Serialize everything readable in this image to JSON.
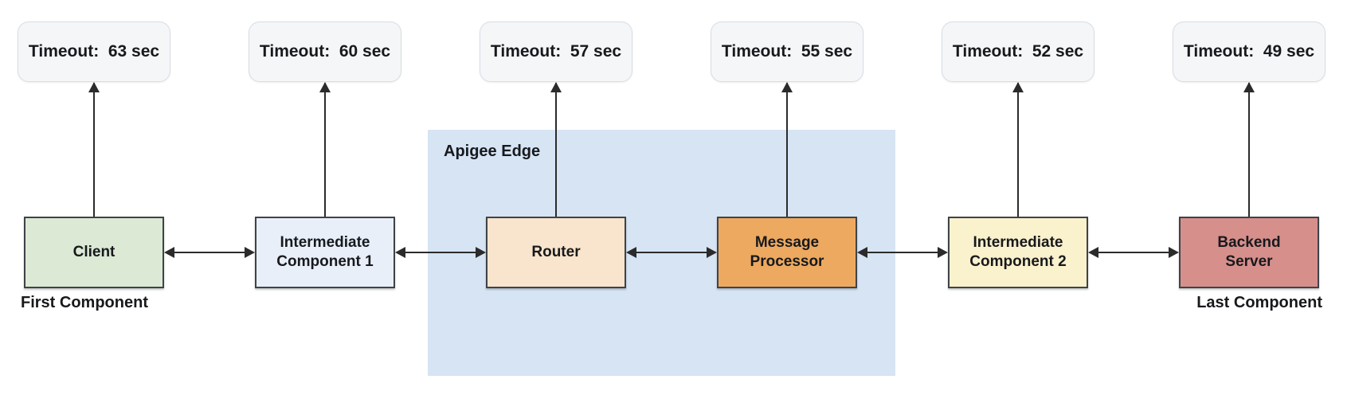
{
  "region": {
    "label": "Apigee Edge",
    "fill": "#d6e4f4"
  },
  "components": [
    {
      "id": "client",
      "lines": [
        "Client"
      ],
      "timeout": "Timeout:  63 sec",
      "fill": "#dce9d5",
      "sublabel": "First Component"
    },
    {
      "id": "intermediate-component-1",
      "lines": [
        "Intermediate",
        "Component 1"
      ],
      "timeout": "Timeout:  60 sec",
      "fill": "#e8eff9"
    },
    {
      "id": "router",
      "lines": [
        "Router"
      ],
      "timeout": "Timeout:  57 sec",
      "fill": "#f9e4cd",
      "in_region": true
    },
    {
      "id": "message-processor",
      "lines": [
        "Message",
        "Processor"
      ],
      "timeout": "Timeout:  55 sec",
      "fill": "#eda960",
      "in_region": true
    },
    {
      "id": "intermediate-component-2",
      "lines": [
        "Intermediate",
        "Component 2"
      ],
      "timeout": "Timeout:  52 sec",
      "fill": "#faf1cd"
    },
    {
      "id": "backend-server",
      "lines": [
        "Backend",
        "Server"
      ],
      "timeout": "Timeout:  49 sec",
      "fill": "#d78f8c",
      "sublabel": "Last Component"
    }
  ]
}
